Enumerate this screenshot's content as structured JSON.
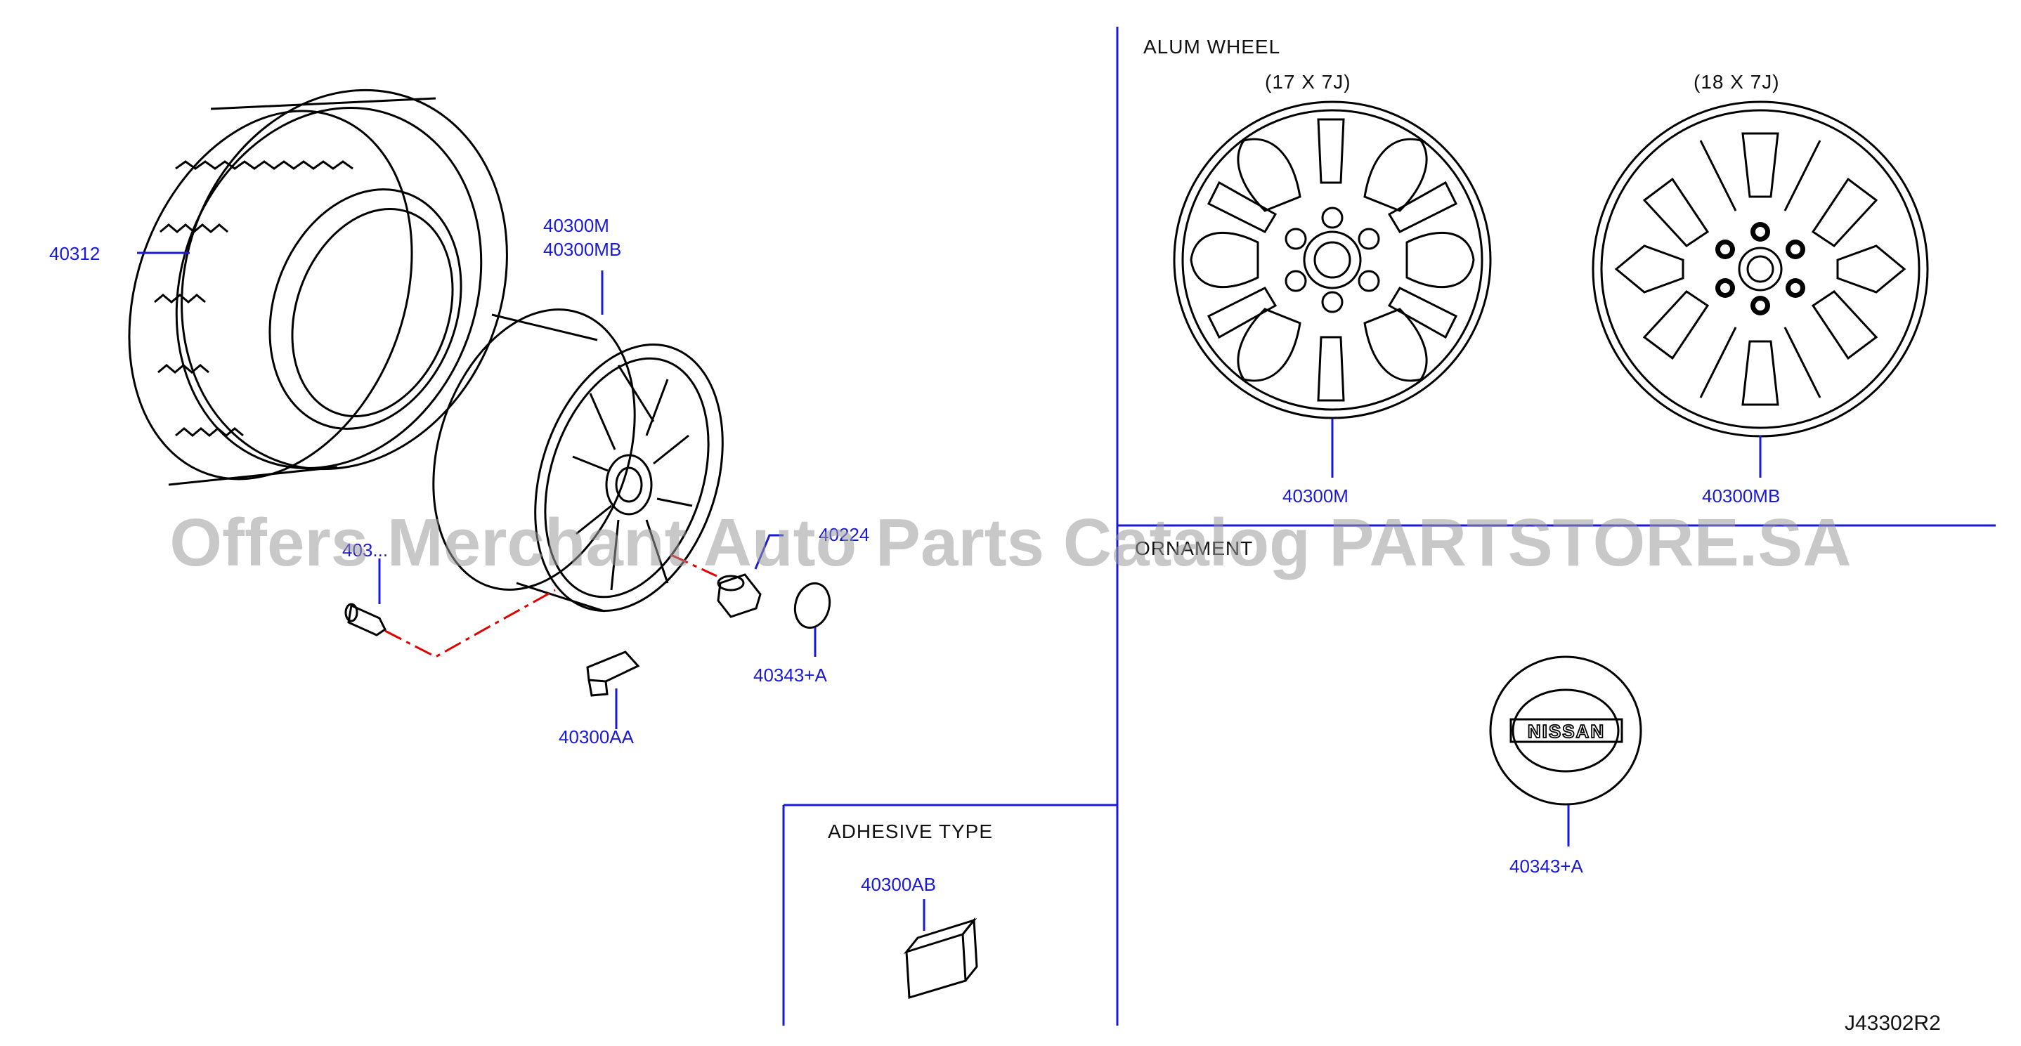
{
  "parts": {
    "tire": "40312",
    "wheel_1": "40300M",
    "wheel_2": "40300MB",
    "valve": "403...",
    "nut": "40224",
    "cap_small": "40343+A",
    "weight_clip": "40300AA",
    "alum_17": "40300M",
    "alum_18": "40300MB",
    "ornament": "40343+A",
    "adhesive_weight": "40300AB"
  },
  "headings": {
    "alum_wheel": "ALUM   WHEEL",
    "size_17": "(17   X   7J)",
    "size_18": "(18   X   7J)",
    "ornament": "ORNAMENT",
    "adhesive_type": "ADHESIVE   TYPE"
  },
  "badge": {
    "text": "NISSAN"
  },
  "diagram_code": "J43302R2",
  "watermark": "Offers Merchant Auto Parts Catalog PARTSTORE.SA"
}
